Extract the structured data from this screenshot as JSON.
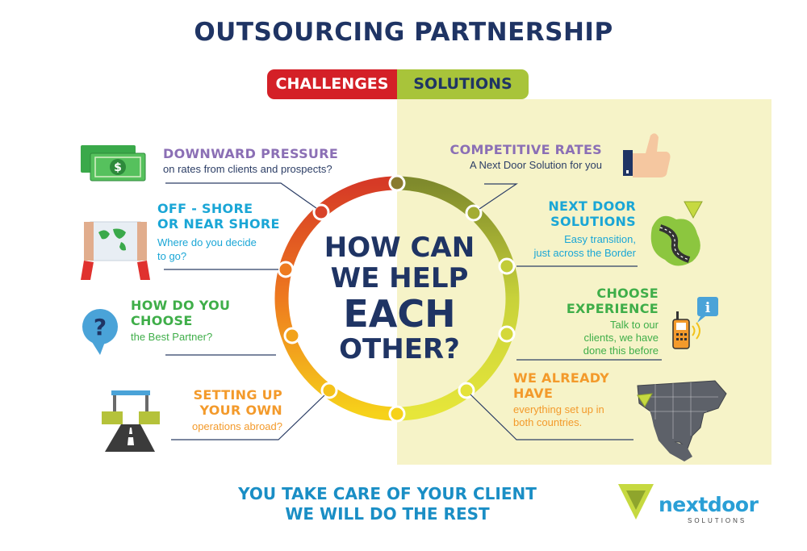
{
  "title": "OUTSOURCING PARTNERSHIP",
  "tabs": {
    "challenges": "CHALLENGES",
    "solutions": "SOLUTIONS"
  },
  "center": {
    "line1": "HOW CAN",
    "line2": "WE HELP",
    "line3": "EACH",
    "line4": "OTHER?"
  },
  "challenges": [
    {
      "heading": "DOWNWARD PRESSURE",
      "sub": "on rates from clients and prospects?",
      "color": "#8b6fb5",
      "icon": "money-icon"
    },
    {
      "heading1": "OFF - SHORE",
      "heading2": "OR NEAR SHORE",
      "sub1": "Where do you decide",
      "sub2": "to go?",
      "color": "#1aa6d6",
      "icon": "world-map-icon"
    },
    {
      "heading1": "HOW DO YOU",
      "heading2": "CHOOSE",
      "sub": "the Best Partner?",
      "color": "#3fae49",
      "icon": "question-bubble-icon"
    },
    {
      "heading1": "SETTING UP",
      "heading2": "YOUR OWN",
      "sub": "operations abroad?",
      "color": "#f39a2b",
      "icon": "road-icon"
    }
  ],
  "solutions": [
    {
      "heading": "COMPETITIVE RATES",
      "sub": "A  Next Door Solution for you",
      "color": "#8b6fb5",
      "icon": "thumbs-up-icon"
    },
    {
      "heading1": "NEXT DOOR",
      "heading2": "SOLUTIONS",
      "sub1": "Easy transition,",
      "sub2": "just across the Border",
      "color": "#1aa6d6",
      "icon": "road-map-icon"
    },
    {
      "heading1": "CHOOSE",
      "heading2": "EXPERIENCE",
      "sub1": "Talk to our",
      "sub2": "clients, we have",
      "sub3": "done this before",
      "color": "#3fae49",
      "icon": "phone-info-icon"
    },
    {
      "heading1": "WE ALREADY",
      "heading2": "HAVE",
      "sub1": "everything set up in",
      "sub2": "both countries.",
      "color": "#f39a2b",
      "icon": "north-america-map-icon"
    }
  ],
  "tagline": {
    "line1": "YOU TAKE CARE OF YOUR CLIENT",
    "line2": "WE WILL DO THE REST"
  },
  "logo": {
    "word": "nextdoor",
    "sub": "SOLUTIONS"
  },
  "colors": {
    "navy": "#1f3464",
    "red": "#d42027",
    "lime": "#a8c43a",
    "panel": "#f6f3c8"
  }
}
